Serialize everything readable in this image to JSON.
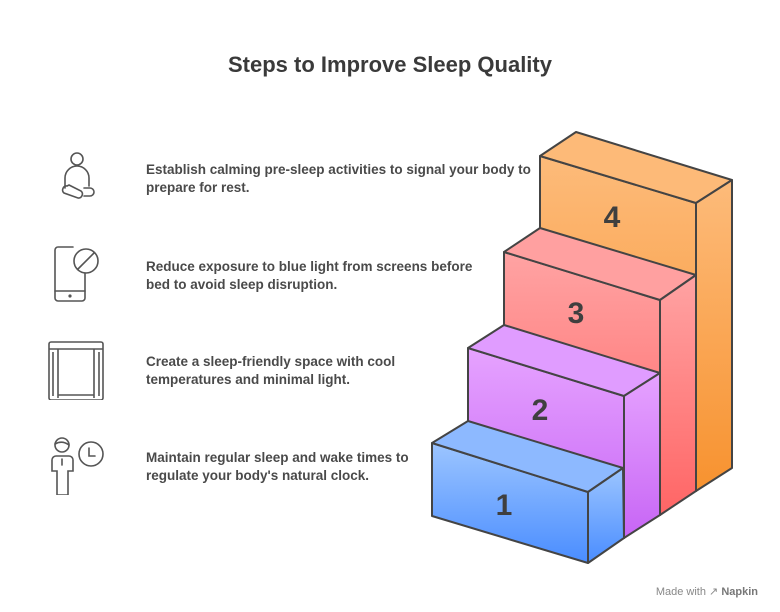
{
  "title": "Steps to Improve Sleep Quality",
  "steps": [
    {
      "number": "1",
      "text": "Maintain regular sleep and wake times to regulate your body's natural clock.",
      "icon": "person-clock-icon",
      "color": "#5B9BFF"
    },
    {
      "number": "2",
      "text": "Create a sleep-friendly space with cool temperatures and minimal light.",
      "icon": "curtains-icon",
      "color": "#D37BF8"
    },
    {
      "number": "3",
      "text": "Reduce exposure to blue light from screens before bed to avoid sleep disruption.",
      "icon": "phone-blocked-icon",
      "color": "#FF7A7A"
    },
    {
      "number": "4",
      "text": "Establish calming pre-sleep activities to signal your body to prepare for rest.",
      "icon": "meditation-icon",
      "color": "#F9A04D"
    }
  ],
  "footer": {
    "made_with": "Made with",
    "brand": "Napkin"
  }
}
